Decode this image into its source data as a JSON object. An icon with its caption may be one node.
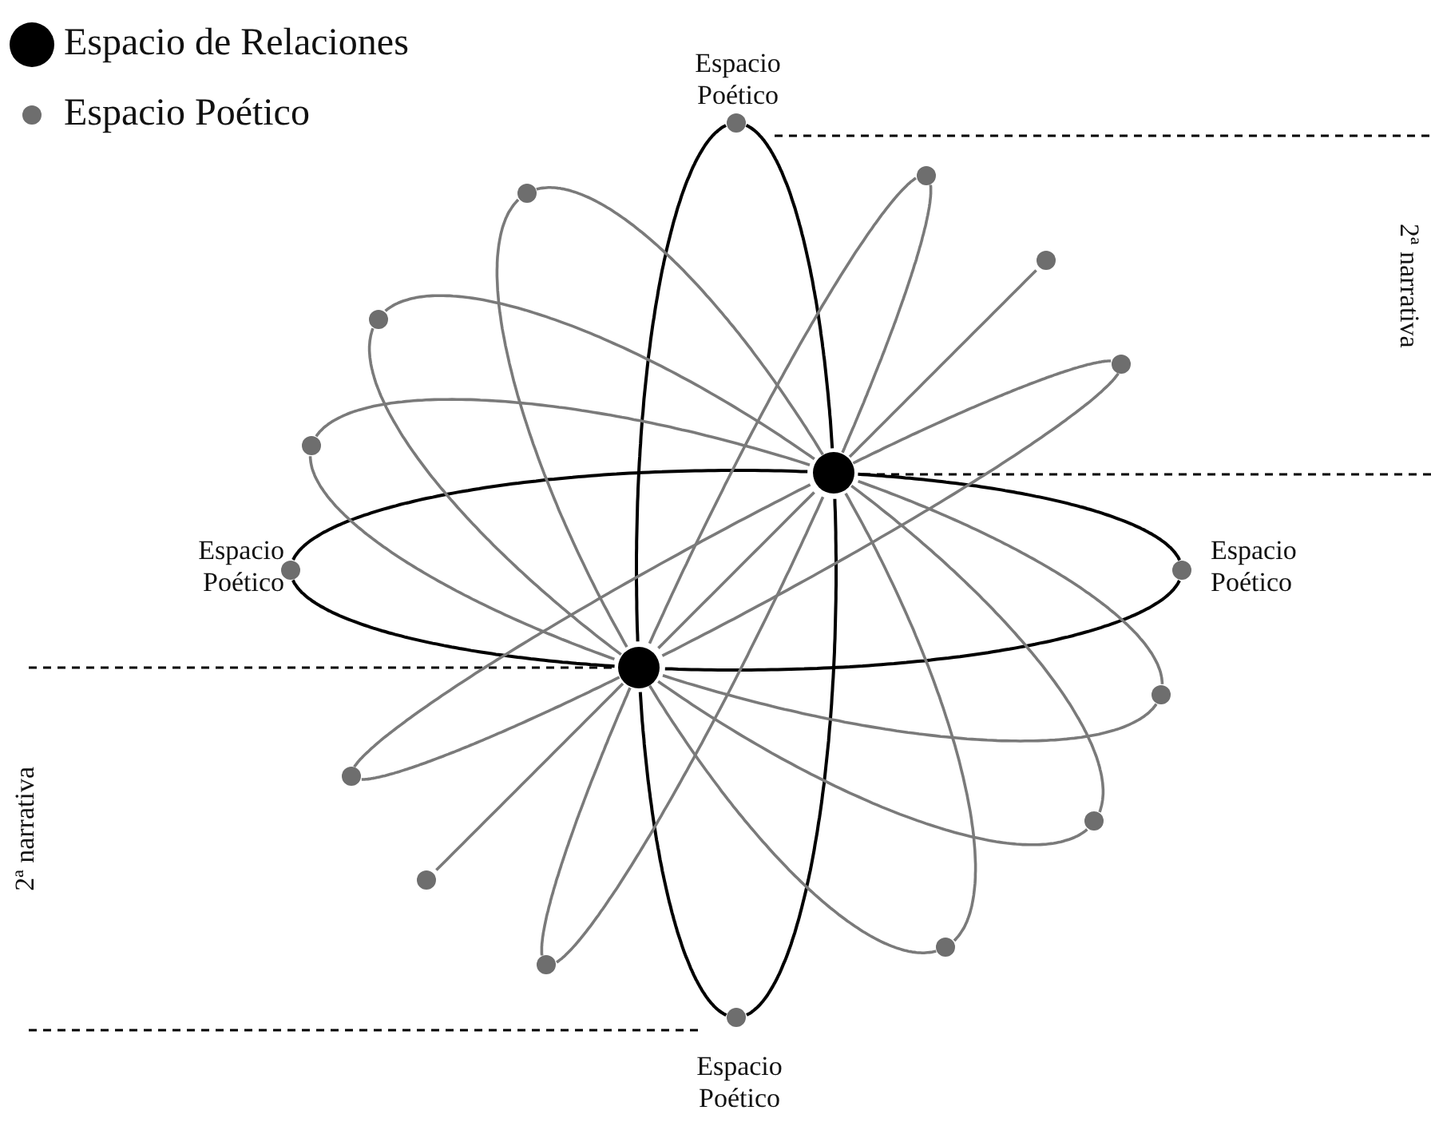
{
  "diagram": {
    "nodes": [
      {
        "text": [],
        "shape": "circle",
        "beside": [
          "Espacio Poético"
        ]
      },
      {
        "text": [],
        "shape": "circle"
      },
      {
        "text": [],
        "shape": "circle"
      },
      {
        "text": [],
        "shape": "circle"
      },
      {
        "text": [],
        "shape": "circle"
      },
      {
        "text": [],
        "shape": "circle"
      },
      {
        "text": [],
        "shape": "circle"
      },
      {
        "text": [],
        "shape": "circle"
      },
      {
        "text": [],
        "shape": "circle",
        "beside": [
          "Espacio Poético"
        ]
      },
      {
        "text": [],
        "shape": "circle",
        "beside": [
          "Espacio Poético"
        ]
      },
      {
        "text": [],
        "shape": "circle"
      },
      {
        "text": [],
        "shape": "circle"
      },
      {
        "text": [],
        "shape": "circle"
      },
      {
        "text": [],
        "shape": "circle"
      },
      {
        "text": [],
        "shape": "circle"
      },
      {
        "text": [],
        "shape": "circle"
      },
      {
        "text": [],
        "shape": "circle"
      },
      {
        "text": [],
        "shape": "circle",
        "beside": [
          "Espacio Poético"
        ]
      }
    ],
    "edges": [
      {
        "from": 0,
        "to": 7,
        "arrow": "none",
        "color": "#000000"
      },
      {
        "from": 0,
        "to": 10,
        "arrow": "none",
        "color": "#000000"
      },
      {
        "from": 17,
        "to": 7,
        "arrow": "none",
        "color": "#000000"
      },
      {
        "from": 17,
        "to": 10,
        "arrow": "none",
        "color": "#000000"
      },
      {
        "from": 8,
        "to": 7,
        "arrow": "none",
        "color": "#000000"
      },
      {
        "from": 8,
        "to": 10,
        "arrow": "none",
        "color": "#000000"
      },
      {
        "from": 9,
        "to": 7,
        "arrow": "none",
        "color": "#000000"
      },
      {
        "from": 9,
        "to": 10,
        "arrow": "none",
        "color": "#000000"
      },
      {
        "from": 2,
        "to": 7,
        "arrow": "none"
      },
      {
        "from": 2,
        "to": 10,
        "arrow": "none"
      },
      {
        "from": 15,
        "to": 7,
        "arrow": "none"
      },
      {
        "from": 15,
        "to": 10,
        "arrow": "none"
      },
      {
        "from": 4,
        "to": 7,
        "arrow": "none"
      },
      {
        "from": 4,
        "to": 10,
        "arrow": "none"
      },
      {
        "from": 13,
        "to": 7,
        "arrow": "none"
      },
      {
        "from": 13,
        "to": 10,
        "arrow": "none"
      },
      {
        "from": 6,
        "to": 7,
        "arrow": "none"
      },
      {
        "from": 6,
        "to": 10,
        "arrow": "none"
      },
      {
        "from": 11,
        "to": 7,
        "arrow": "none"
      },
      {
        "from": 11,
        "to": 10,
        "arrow": "none"
      },
      {
        "from": 1,
        "to": 7,
        "arrow": "none"
      },
      {
        "from": 1,
        "to": 10,
        "arrow": "none"
      },
      {
        "from": 16,
        "to": 7,
        "arrow": "none"
      },
      {
        "from": 16,
        "to": 10,
        "arrow": "none"
      },
      {
        "from": 5,
        "to": 7,
        "arrow": "none"
      },
      {
        "from": 5,
        "to": 10,
        "arrow": "none"
      },
      {
        "from": 12,
        "to": 7,
        "arrow": "none"
      },
      {
        "from": 12,
        "to": 10,
        "arrow": "none"
      },
      {
        "from": 3,
        "to": 7,
        "arrow": "none"
      },
      {
        "from": 7,
        "to": 10,
        "arrow": "none"
      },
      {
        "from": 10,
        "to": 14,
        "arrow": "none"
      }
    ],
    "labels": [
      "2ª narrativa",
      "2ª narrativa"
    ],
    "legend": [
      {
        "text": "Espacio de Relaciones",
        "color": "#000000"
      },
      {
        "text": "Espacio Poético",
        "color": "#6e6e6e"
      }
    ]
  }
}
